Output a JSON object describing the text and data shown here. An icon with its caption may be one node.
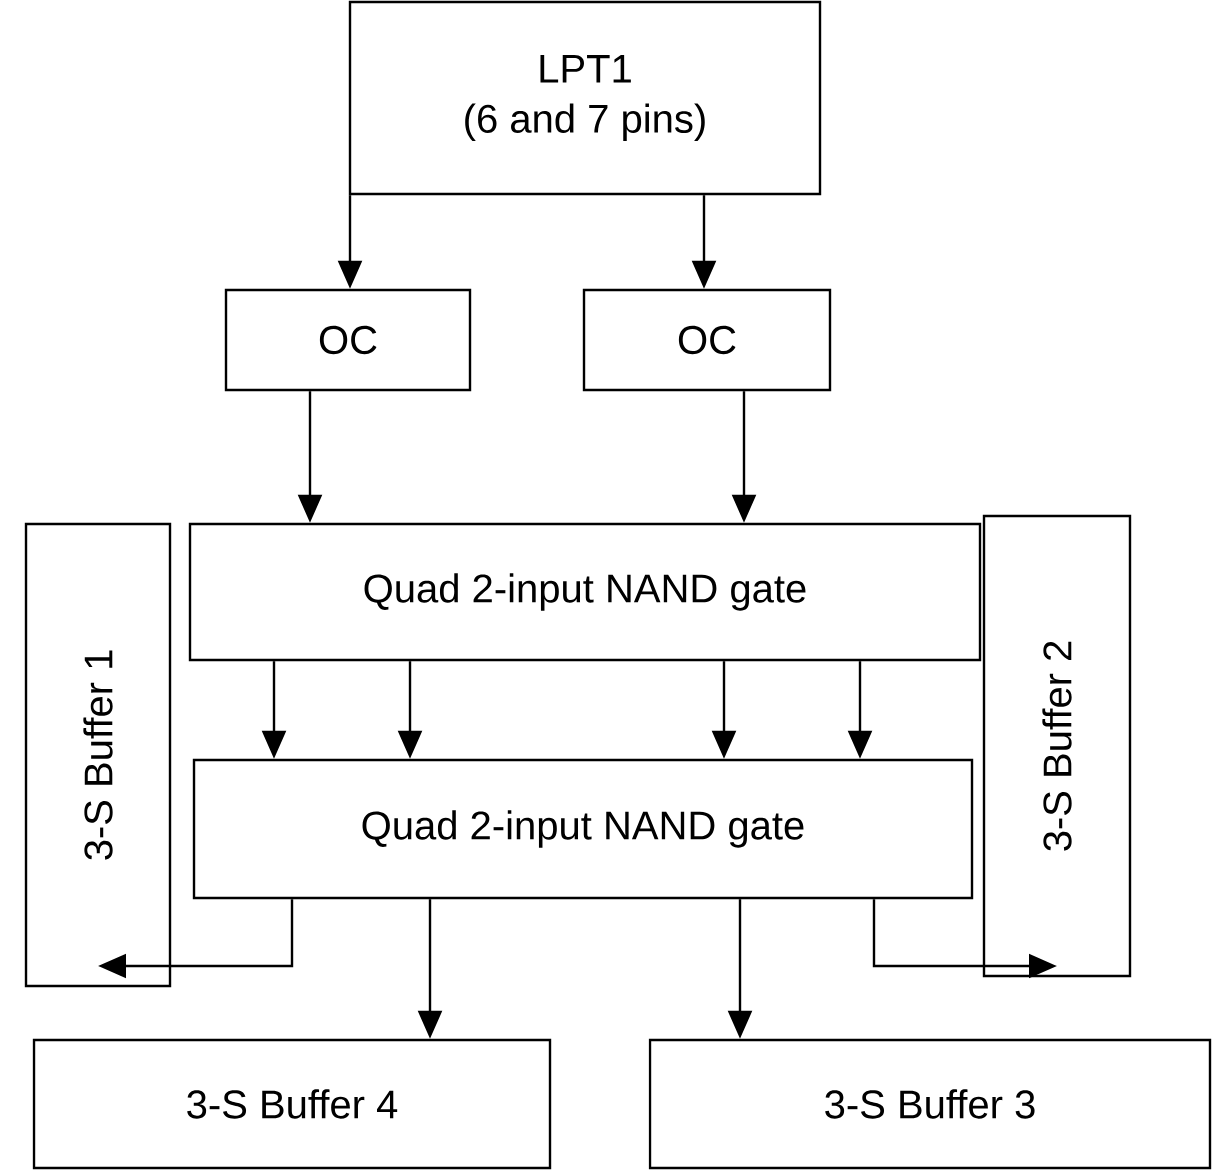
{
  "diagram": {
    "nodes": [
      {
        "text": [
          "LPT1",
          "(6 and 7 pins)"
        ]
      },
      {
        "text": [
          "OC"
        ]
      },
      {
        "text": [
          "OC"
        ]
      },
      {
        "text": [
          "Quad 2-input NAND gate"
        ]
      },
      {
        "text": [
          "Quad 2-input NAND gate"
        ]
      },
      {
        "text": [
          "3-S Buffer 1"
        ]
      },
      {
        "text": [
          "3-S Buffer 2"
        ]
      },
      {
        "text": [
          "3-S Buffer 4"
        ]
      },
      {
        "text": [
          "3-S Buffer 3"
        ]
      }
    ],
    "edges": [
      {
        "from": 0,
        "to": 1,
        "arrow": "to"
      },
      {
        "from": 0,
        "to": 2,
        "arrow": "to"
      },
      {
        "from": 1,
        "to": 3,
        "arrow": "to"
      },
      {
        "from": 2,
        "to": 3,
        "arrow": "to"
      },
      {
        "from": 3,
        "to": 4,
        "arrow": "to"
      },
      {
        "from": 3,
        "to": 4,
        "arrow": "to"
      },
      {
        "from": 3,
        "to": 4,
        "arrow": "to"
      },
      {
        "from": 3,
        "to": 4,
        "arrow": "to"
      },
      {
        "from": 4,
        "to": 5,
        "arrow": "to"
      },
      {
        "from": 4,
        "to": 6,
        "arrow": "to"
      },
      {
        "from": 4,
        "to": 7,
        "arrow": "to"
      },
      {
        "from": 4,
        "to": 8,
        "arrow": "to"
      }
    ]
  }
}
